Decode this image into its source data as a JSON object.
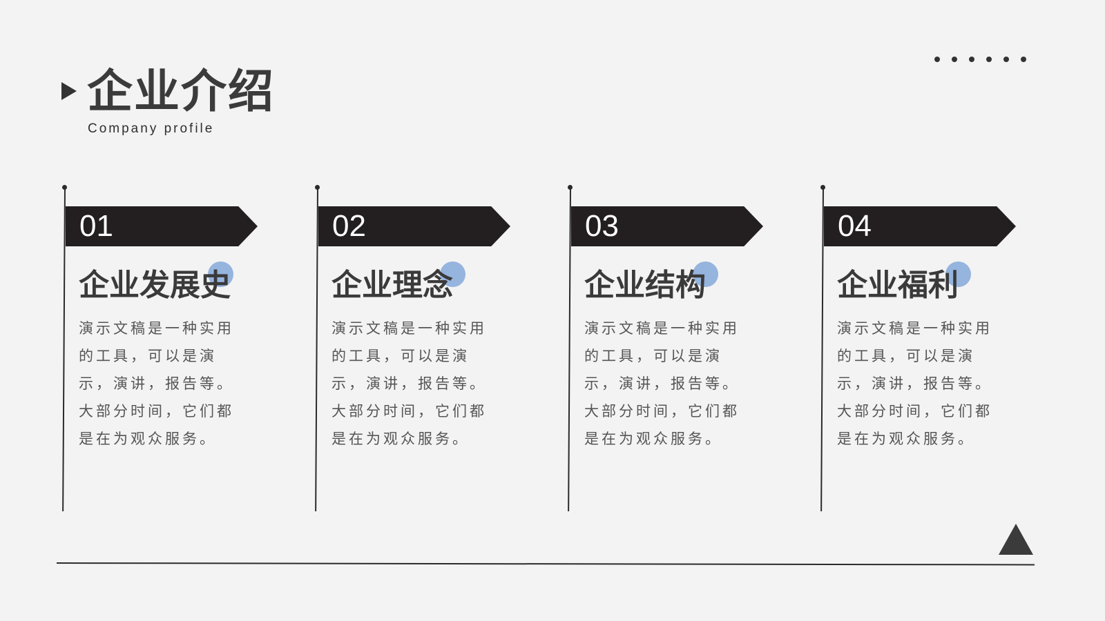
{
  "header": {
    "title": "企业介绍",
    "subtitle": "Company profile"
  },
  "icons": {
    "title_marker": "play-triangle-icon",
    "decorative_dots": "dots-icon",
    "corner_shape": "triangle-icon"
  },
  "colors": {
    "background": "#f3f3f3",
    "flag": "#231f20",
    "accent": "#8fb0dc",
    "text": "#3a3a3a"
  },
  "cards": [
    {
      "number": "01",
      "title": "企业发展史",
      "body": "演示文稿是一种实用的工具，可以是演示，演讲，报告等。大部分时间，它们都是在为观众服务。"
    },
    {
      "number": "02",
      "title": "企业理念",
      "body": "演示文稿是一种实用的工具，可以是演示，演讲，报告等。大部分时间，它们都是在为观众服务。"
    },
    {
      "number": "03",
      "title": "企业结构",
      "body": "演示文稿是一种实用的工具，可以是演示，演讲，报告等。大部分时间，它们都是在为观众服务。"
    },
    {
      "number": "04",
      "title": "企业福利",
      "body": "演示文稿是一种实用的工具，可以是演示，演讲，报告等。大部分时间，它们都是在为观众服务。"
    }
  ]
}
